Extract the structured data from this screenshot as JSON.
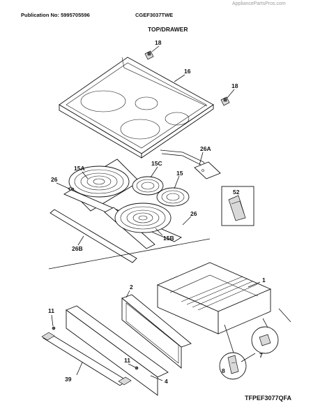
{
  "header": {
    "publication": "Publication No: 5995705596",
    "model": "CGEF3037TWE",
    "watermark": "AppliancePartsPros.com"
  },
  "section_title": "TOP/DRAWER",
  "footer_code": "TFPEF3077QFA",
  "callouts": {
    "c18a": "18",
    "c18b": "18",
    "c16": "16",
    "c26A": "26A",
    "c15A": "15A",
    "c15C": "15C",
    "c15": "15",
    "c26a": "26",
    "c26b": "26",
    "c52": "52",
    "c15B": "15B",
    "c26B": "26B",
    "c1": "1",
    "c2": "2",
    "c11a": "11",
    "c11b": "11",
    "c7": "7",
    "c8": "8",
    "c39": "39",
    "c4": "4"
  }
}
